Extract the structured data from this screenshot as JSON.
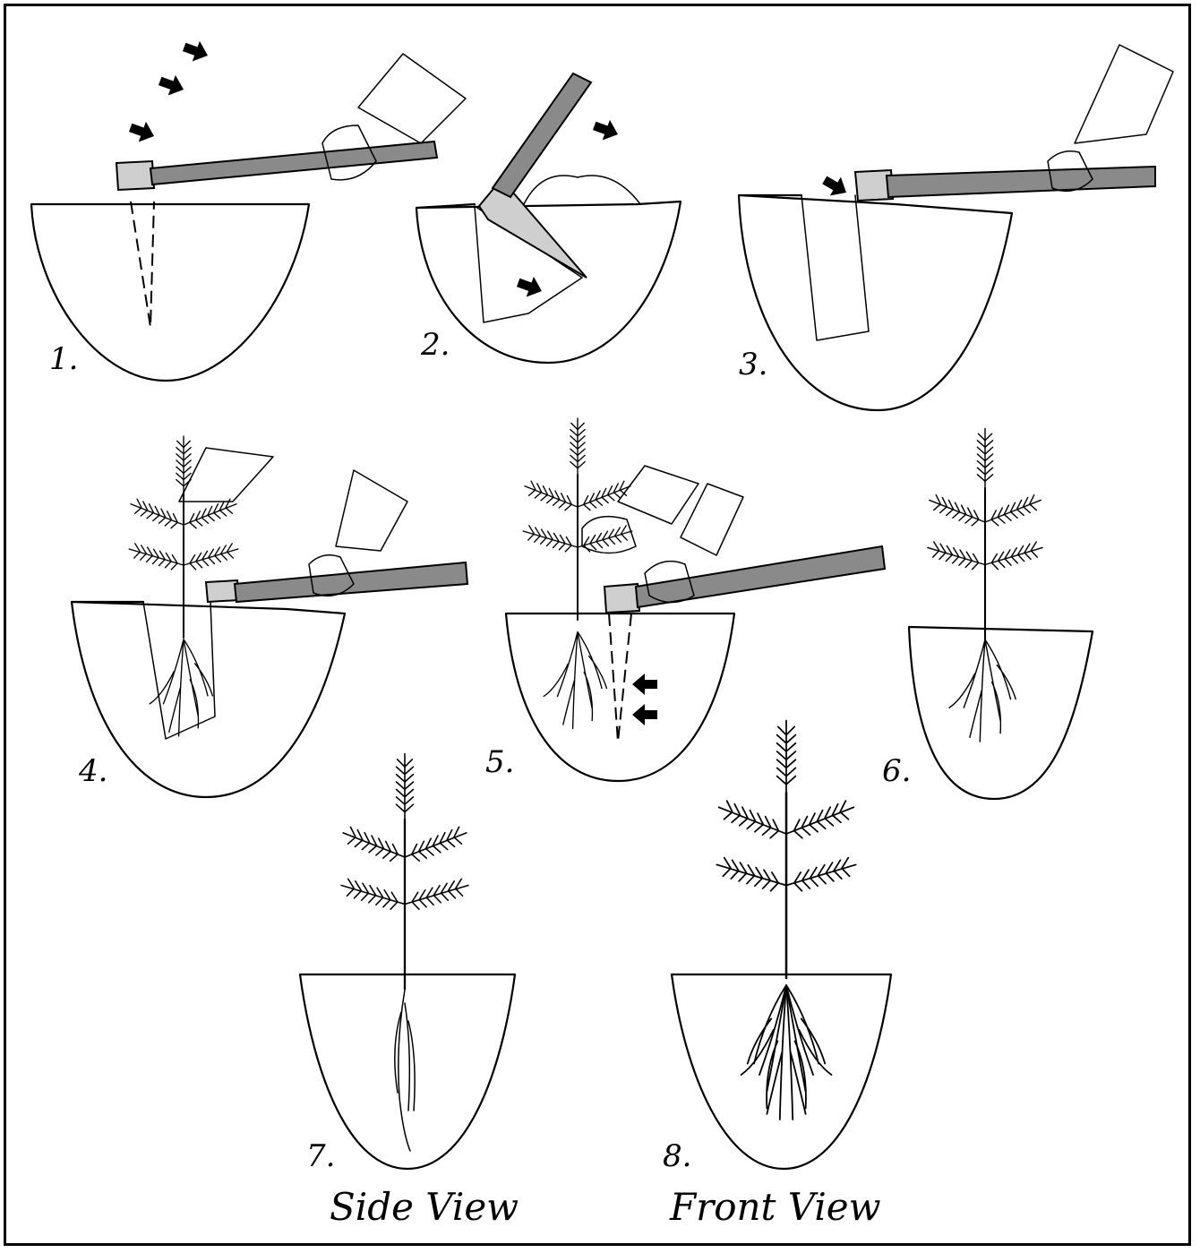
{
  "steps": [
    {
      "label": "1."
    },
    {
      "label": "2."
    },
    {
      "label": "3."
    },
    {
      "label": "4."
    },
    {
      "label": "5."
    },
    {
      "label": "6."
    },
    {
      "label": "7."
    },
    {
      "label": "8."
    }
  ],
  "captions": {
    "side": "Side View",
    "front": "Front View"
  },
  "colors": {
    "ink": "#000000",
    "paper": "#ffffff"
  }
}
